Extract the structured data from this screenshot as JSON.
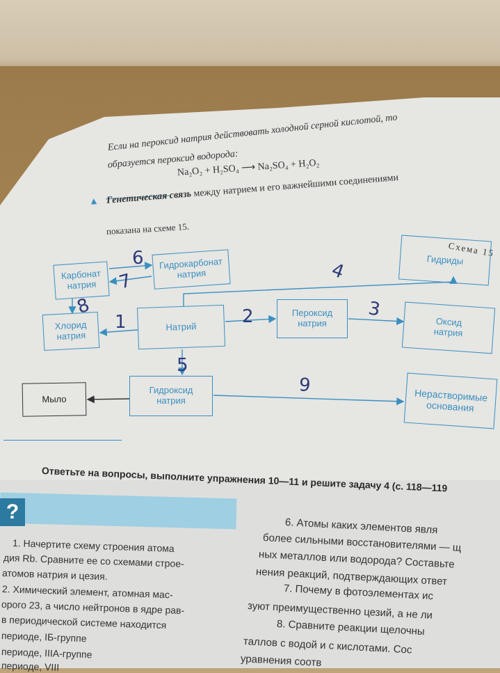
{
  "intro": {
    "line1": "Если на пероксид натрия действовать холодной серной кислотой, то",
    "line2": "образуется пероксид водорода:",
    "equation": "Na₂O₂ + H₂SO₄ ⟶ Na₂SO₄ + H₂O₂"
  },
  "section": {
    "marker": "▲",
    "heading_bold": "Генетическая связь",
    "heading_rest": "между натрием и его важнейшими соединениями",
    "line2": "показана на схеме 15."
  },
  "schema": {
    "label": "Схема 15",
    "boxes": {
      "carbonate": "Карбонат натрия",
      "hydrocarbonate": "Гидрокарбонат натрия",
      "hydrides": "Гидриды",
      "chloride": "Хлорид натрия",
      "sodium": "Натрий",
      "peroxide": "Пероксид натрия",
      "oxide": "Оксид натрия",
      "soap": "Мыло",
      "hydroxide": "Гидроксид натрия",
      "insoluble": "Нерастворимые основания"
    },
    "handwritten": [
      "6",
      "7",
      "8",
      "1",
      "2",
      "3",
      "4",
      "5",
      "9"
    ]
  },
  "task_line": "Ответьте на вопросы, выполните упражнения 10—11 и решите задачу 4 (с. 118—119",
  "question_mark": "?",
  "left_col": [
    "1. Начертите схему строения атома",
    "дия Rb. Сравните ее со схемами строе-",
    "атомов натрия и цезия.",
    "2. Химический элемент, атомная мас-",
    "орого 23, а число нейтронов в ядре рав-",
    "в периодической системе находится",
    "периоде, IБ-группе",
    "периоде, IIIА-группе",
    "периоде, VIII"
  ],
  "right_col": [
    "6. Атомы каких элементов явля",
    "более сильными восстановителями — щ",
    "ных металлов или водорода? Составьте",
    "нения реакций, подтверждающих ответ",
    "7. Почему в фотоэлементах ис",
    "зуют преимущественно цезий, а не ли",
    "8. Сравните реакции щелочны",
    "таллов с водой и с кислотами. Сос",
    "уравнения соотв"
  ]
}
